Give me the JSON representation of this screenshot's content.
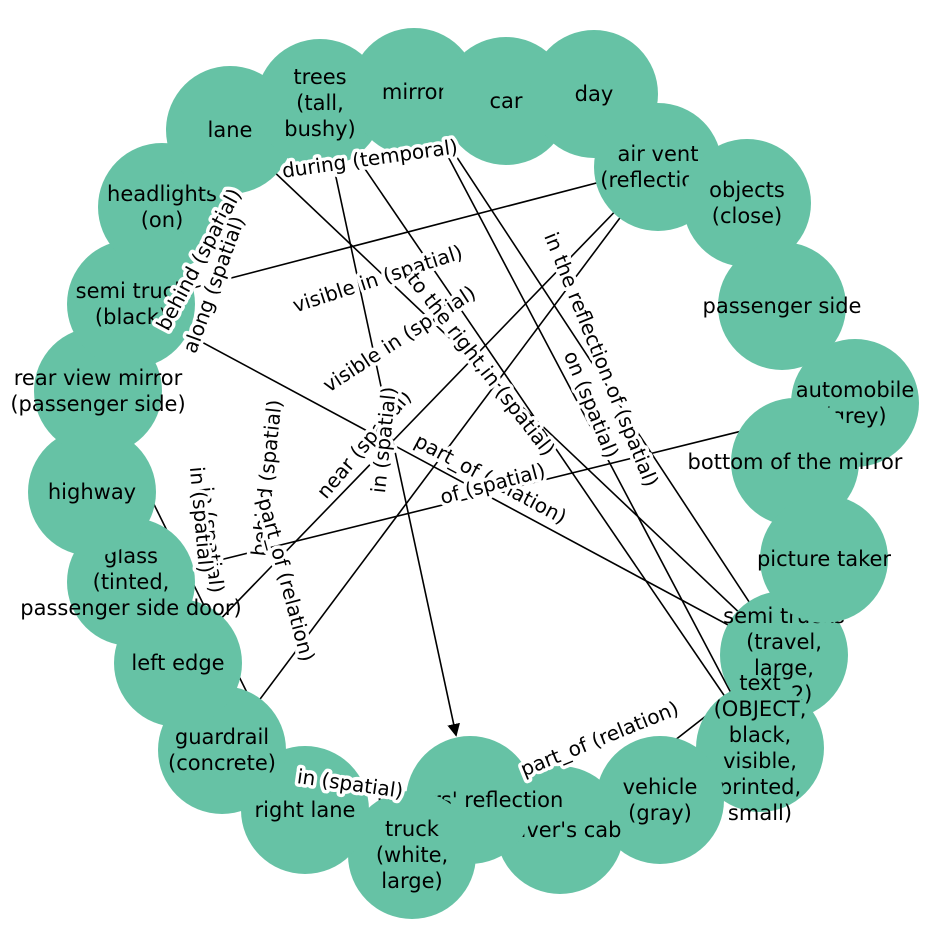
{
  "colors": {
    "node": "#66c2a5",
    "edge": "#000000",
    "background": "#ffffff"
  },
  "nodes": [
    {
      "id": "semi_trucks",
      "label": "semi trucks\n(travel,\nlarge,\n==2)"
    },
    {
      "id": "automobile",
      "label": "automobile\n(grey)"
    },
    {
      "id": "bottom_mirror",
      "label": "bottom of the mirror"
    },
    {
      "id": "picture_taker",
      "label": "picture taker"
    },
    {
      "id": "text_obj",
      "label": "text\n(OBJECT,\nblack,\nvisible,\nprinted,\nsmall)"
    },
    {
      "id": "vehicle",
      "label": "vehicle\n(gray)"
    },
    {
      "id": "drivers_cab",
      "label": "driver's cab"
    },
    {
      "id": "mirrors_reflection",
      "label": "mirrors' reflection"
    },
    {
      "id": "truck",
      "label": "truck\n(white,\nlarge)"
    },
    {
      "id": "right_lane",
      "label": "right lane"
    },
    {
      "id": "guardrail",
      "label": "guardrail\n(concrete)"
    },
    {
      "id": "left_edge",
      "label": "left edge"
    },
    {
      "id": "glass",
      "label": "glass\n(tinted,\npassenger side door)"
    },
    {
      "id": "highway",
      "label": "highway"
    },
    {
      "id": "rear_view_mirror",
      "label": "rear view mirror\n(passenger side)"
    },
    {
      "id": "semi_truck",
      "label": "semi truck\n(black)"
    },
    {
      "id": "headlights",
      "label": "headlights\n(on)"
    },
    {
      "id": "lane",
      "label": "lane"
    },
    {
      "id": "trees",
      "label": "trees\n(tall,\nbushy)"
    },
    {
      "id": "mirror",
      "label": "mirror"
    },
    {
      "id": "car",
      "label": "car"
    },
    {
      "id": "day",
      "label": "day"
    },
    {
      "id": "air_vent",
      "label": "air vent\n(reflection)"
    },
    {
      "id": "objects",
      "label": "objects\n(close)"
    },
    {
      "id": "passenger_side",
      "label": "passenger side"
    }
  ],
  "edges": [
    {
      "source": "trees",
      "target": "semi_truck",
      "label": "",
      "arrow": false
    },
    {
      "source": "trees",
      "target": "text_obj",
      "label": "behind (spatial)",
      "arrow": false
    },
    {
      "source": "mirror",
      "target": "semi_trucks",
      "label": "in the reflection of (spatial)",
      "arrow": false
    },
    {
      "source": "mirror",
      "target": "text_obj",
      "label": "on (spatial)",
      "arrow": false
    },
    {
      "source": "air_vent",
      "target": "semi_truck",
      "label": "visible in (spatial)",
      "arrow": false
    },
    {
      "source": "air_vent",
      "target": "left_edge",
      "label": "visible in (spatial)",
      "arrow": false
    },
    {
      "source": "air_vent",
      "target": "guardrail",
      "label": "near (spatial)",
      "arrow": false
    },
    {
      "source": "lane",
      "target": "semi_trucks",
      "label": "to the right,in (spatial)",
      "arrow": false
    },
    {
      "source": "semi_truck",
      "target": "semi_trucks",
      "label": "part_of (relation)",
      "arrow": false
    },
    {
      "source": "automobile",
      "target": "glass",
      "label": "of (spatial)",
      "arrow": true
    },
    {
      "source": "trees",
      "target": "mirrors_reflection",
      "label": "in (spatial)",
      "arrow": true
    },
    {
      "source": "rear_view_mirror",
      "target": "right_lane",
      "label": "in (spatial)",
      "arrow": false
    },
    {
      "source": "rear_view_mirror",
      "target": "guardrail",
      "label": "",
      "arrow": true
    },
    {
      "source": "drivers_cab",
      "target": "semi_trucks",
      "label": "part_of (relation)",
      "arrow": false
    }
  ],
  "edge_labels_extra": [
    {
      "text": "during (temporal)"
    },
    {
      "text": "behind (spatial)"
    },
    {
      "text": "along (spatial)"
    },
    {
      "text": "part_of (relation)"
    },
    {
      "text": "in (spatial)"
    },
    {
      "text": "in (spatial)"
    }
  ]
}
